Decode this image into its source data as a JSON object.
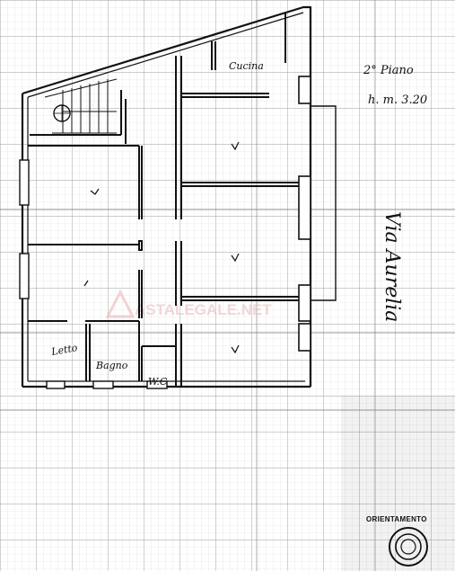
{
  "plan": {
    "floor_label": "2° Piano",
    "height_label": "h. m. 3.20",
    "street_label": "Via Aurelia",
    "rooms": {
      "kitchen": "Cucina",
      "bedroom": "Letto",
      "bathroom": "Bagno",
      "wc": "W.C"
    },
    "orientation_label": "ORIENTAMENTO",
    "watermark": "ASTALEGALE.NET"
  },
  "colors": {
    "grid_minor": "#d6d6d6",
    "grid_major": "#9a9a9a",
    "ink": "#111111",
    "watermark": "#e8b8b8"
  }
}
